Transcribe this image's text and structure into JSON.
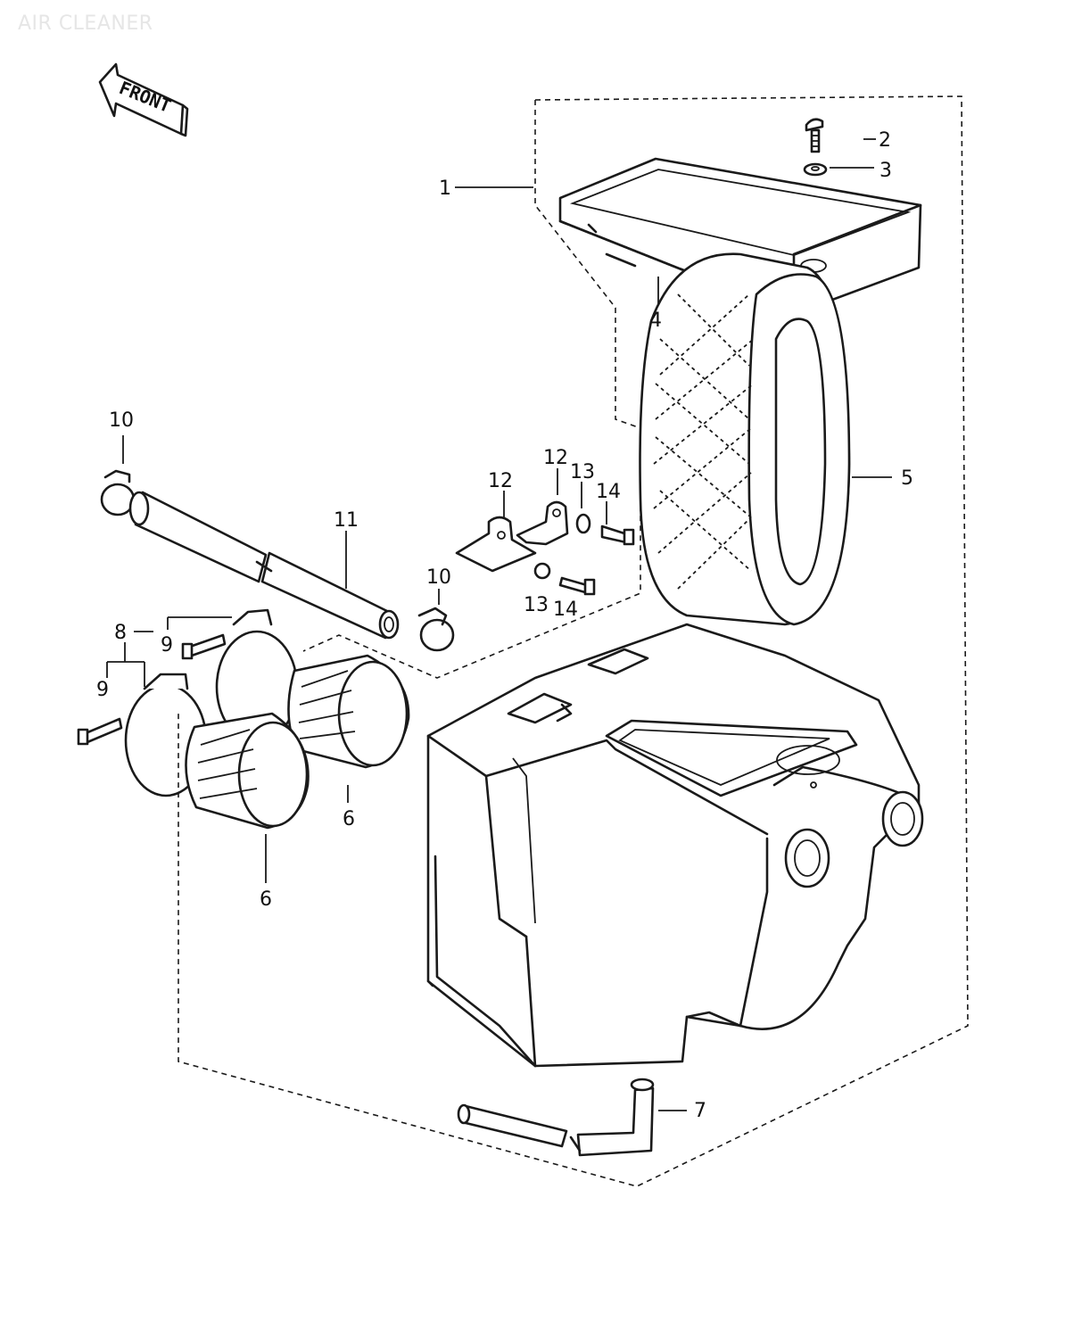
{
  "page": {
    "title": "AIR CLEANER",
    "front_label": "FRONT"
  },
  "callouts": [
    {
      "id": "c1",
      "text": "1"
    },
    {
      "id": "c2",
      "text": "2"
    },
    {
      "id": "c3",
      "text": "3"
    },
    {
      "id": "c4",
      "text": "4"
    },
    {
      "id": "c5",
      "text": "5"
    },
    {
      "id": "c6a",
      "text": "6"
    },
    {
      "id": "c6b",
      "text": "6"
    },
    {
      "id": "c7",
      "text": "7"
    },
    {
      "id": "c8",
      "text": "8"
    },
    {
      "id": "c9a",
      "text": "9"
    },
    {
      "id": "c9b",
      "text": "9"
    },
    {
      "id": "c10a",
      "text": "10"
    },
    {
      "id": "c10b",
      "text": "10"
    },
    {
      "id": "c11",
      "text": "11"
    },
    {
      "id": "c12a",
      "text": "12"
    },
    {
      "id": "c12b",
      "text": "12"
    },
    {
      "id": "c13a",
      "text": "13"
    },
    {
      "id": "c13b",
      "text": "13"
    },
    {
      "id": "c14a",
      "text": "14"
    },
    {
      "id": "c14b",
      "text": "14"
    }
  ]
}
